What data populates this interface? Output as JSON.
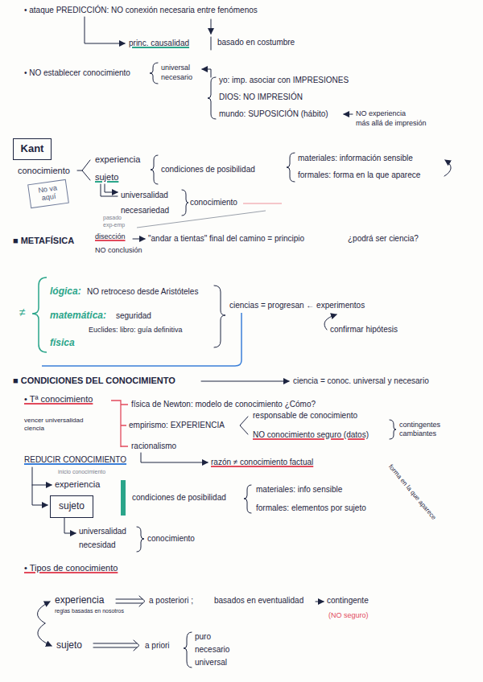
{
  "diagram": {
    "nodes": [
      {
        "text": [
          "Kant"
        ]
      },
      {
        "text": [
          "No va aquí"
        ]
      },
      {
        "text": [
          "sujeto"
        ]
      }
    ],
    "labels": [
      "• ataque PREDICCIÓN: NO conexión necesaria entre fenómenos",
      "princ. causalidad",
      "basado en costumbre",
      "• NO establecer conocimiento",
      "universal",
      "necesario",
      "yo: imp. asociar con IMPRESIONES",
      "DIOS: NO IMPRESIÓN",
      "mundo: SUPOSICIÓN (hábito)",
      "NO experiencia",
      "más allá de impresión",
      "conocimiento",
      "experiencia",
      "sujeto",
      "condiciones de posibilidad",
      "materiales: información sensible",
      "formales: forma en la que aparece",
      "universalidad",
      "necesariedad",
      "conocimiento",
      "■ METAFÍSICA",
      "pasado",
      "exp-emp",
      "disección",
      "NO conclusión",
      "\"andar a tientas\" final del camino = principio",
      "¿podrá ser ciencia?",
      "lógica:",
      "NO retroceso desde Aristóteles",
      "matemática:",
      "seguridad",
      "Euclides: libro: guía definitiva",
      "física",
      "ciencias = progresan ← experimentos",
      "confirmar hipótesis",
      "≠",
      "■ CONDICIONES DEL CONOCIMIENTO",
      "ciencia = conoc. universal y necesario",
      "• Tª conocimiento",
      "física de Newton: modelo de conocimiento ¿Cómo?",
      "vencer universalidad ciencia",
      "empirismo: EXPERIENCIA",
      "responsable de conocimiento",
      "NO conocimiento seguro (datos)",
      "contingentes cambiantes",
      "racionalismo",
      "razón ≠ conocimiento factual",
      "REDUCIR CONOCIMIENTO",
      "inicio conocimiento",
      "experiencia",
      "condiciones de posibilidad",
      "materiales: info sensible",
      "formales: elementos por sujeto",
      "forma en la que aparece",
      "universalidad",
      "necesidad",
      "conocimiento",
      "• Tipos de conocimiento",
      "experiencia",
      "reglas basadas en nosotros",
      "a posteriori ;",
      "basados en eventualidad",
      "contingente",
      "(NO seguro)",
      "sujeto",
      "a priori",
      "puro",
      "necesario",
      "universal"
    ]
  }
}
